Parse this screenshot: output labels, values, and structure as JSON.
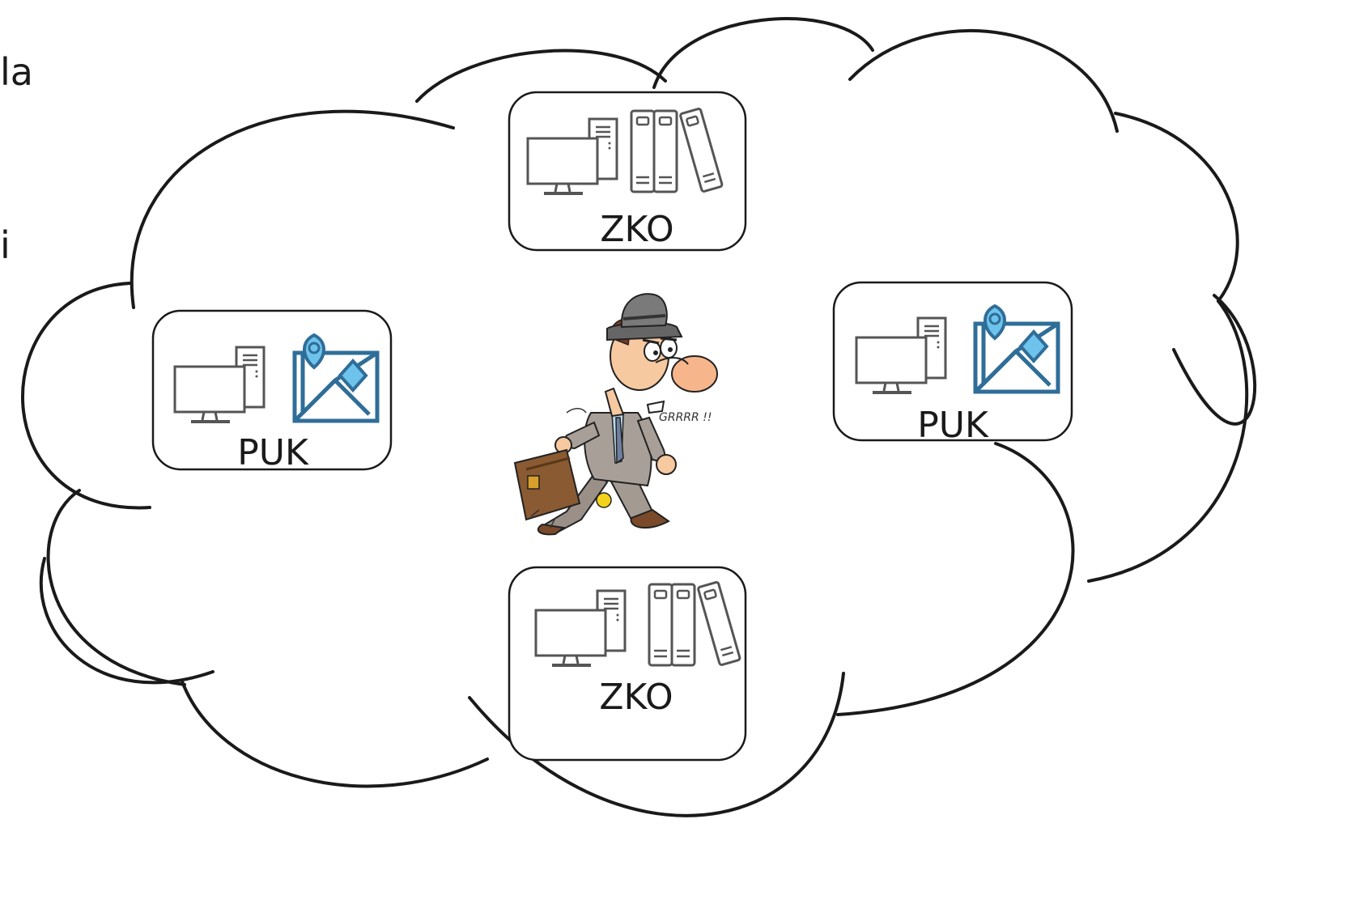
{
  "edge_text": {
    "line1": "la",
    "line2": "i"
  },
  "nodes": [
    {
      "id": "zko-top",
      "label": "ZKO",
      "kind": "registry"
    },
    {
      "id": "puk-left",
      "label": "PUK",
      "kind": "cadastral-map"
    },
    {
      "id": "puk-right",
      "label": "PUK",
      "kind": "cadastral-map"
    },
    {
      "id": "zko-bottom",
      "label": "ZKO",
      "kind": "registry"
    }
  ],
  "figure": {
    "speech": "GRRRR !!"
  },
  "icons": {
    "computer": "desktop-computer-icon",
    "binders": "binders-icon",
    "map": "map-pin-icon"
  },
  "colors": {
    "stroke": "#1a1a1a",
    "icon_gray": "#555555",
    "map_blue": "#2f6e98",
    "pin_blue": "#6ec3ec"
  }
}
